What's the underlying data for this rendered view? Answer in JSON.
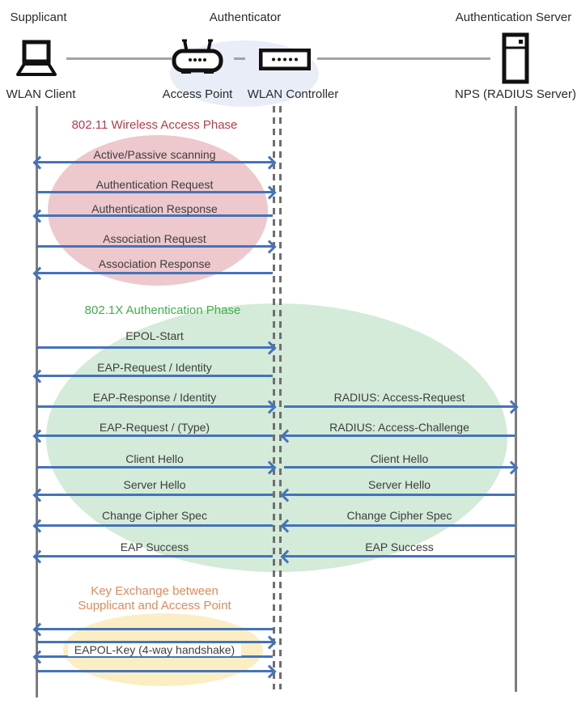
{
  "roles": {
    "supplicant": "Supplicant",
    "authenticator": "Authenticator",
    "auth_server": "Authentication Server"
  },
  "nodes": {
    "client": "WLAN Client",
    "access_point": "Access Point",
    "controller": "WLAN Controller",
    "server": "NPS (RADIUS Server)"
  },
  "icons": {
    "client": "laptop-icon",
    "access_point": "wireless-router-icon",
    "controller": "switch-icon",
    "server": "server-tower-icon"
  },
  "phases": [
    {
      "id": "wireless-access",
      "title": "802.11 Wireless Access Phase",
      "title_color": "#b63b4a",
      "ellipse_color": "#edc8cd"
    },
    {
      "id": "dot1x-authentication",
      "title": "802.1X Authentication Phase",
      "title_color": "#41ae4c",
      "ellipse_color": "#d3ebd8"
    },
    {
      "id": "key-exchange",
      "title_line1": "Key Exchange between",
      "title_line2": "Supplicant and Access Point",
      "title_color": "#e08a58",
      "ellipse_color": "#fceec4"
    }
  ],
  "colors": {
    "arrow": "#4573b9",
    "lifeline": "#7c7c7c",
    "dashed_line": "#6f6f6f",
    "connector": "#a3a3a3",
    "authenticator_ellipse": "#e9edf7",
    "message_text": "#3d3d3d"
  },
  "sequence": {
    "client_lane": [
      {
        "label": "Active/Passive scanning",
        "direction": "both"
      },
      {
        "label": "Authentication Request",
        "direction": "right"
      },
      {
        "label": "Authentication Response",
        "direction": "left"
      },
      {
        "label": "Association Request",
        "direction": "right"
      },
      {
        "label": "Association Response",
        "direction": "left"
      },
      {
        "label": "EPOL-Start",
        "direction": "right"
      },
      {
        "label": "EAP-Request / Identity",
        "direction": "left"
      },
      {
        "label": "EAP-Response / Identity",
        "direction": "right"
      },
      {
        "label": "EAP-Request / (Type)",
        "direction": "left"
      },
      {
        "label": "Client Hello",
        "direction": "right"
      },
      {
        "label": "Server Hello",
        "direction": "left"
      },
      {
        "label": "Change Cipher Spec",
        "direction": "left"
      },
      {
        "label": "EAP Success",
        "direction": "left"
      },
      {
        "label": "",
        "direction": "left"
      },
      {
        "label": "",
        "direction": "right"
      },
      {
        "label": "EAPOL-Key (4-way handshake)",
        "direction": "left"
      },
      {
        "label": "",
        "direction": "right"
      }
    ],
    "server_lane": [
      {
        "label": "RADIUS: Access-Request",
        "direction": "right"
      },
      {
        "label": "RADIUS: Access-Challenge",
        "direction": "left"
      },
      {
        "label": "Client Hello",
        "direction": "right"
      },
      {
        "label": "Server Hello",
        "direction": "left"
      },
      {
        "label": "Change Cipher Spec",
        "direction": "left"
      },
      {
        "label": "EAP Success",
        "direction": "left"
      }
    ]
  }
}
